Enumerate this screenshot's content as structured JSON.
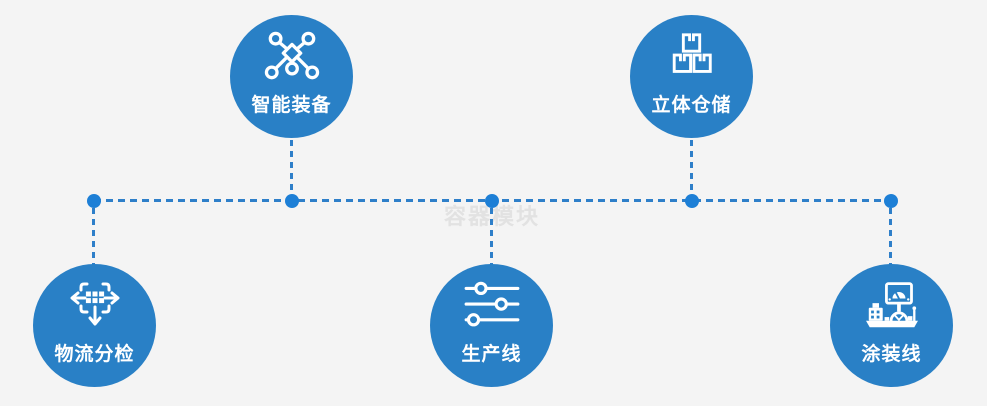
{
  "diagram": {
    "type": "process-module-map",
    "watermark": "容器模块",
    "nodes": [
      {
        "id": "smart-equipment",
        "label": "智能装备",
        "icon": "network-nodes-icon",
        "position": "top-left"
      },
      {
        "id": "stereo-warehouse",
        "label": "立体仓储",
        "icon": "stacked-boxes-icon",
        "position": "top-right"
      },
      {
        "id": "logistics-sorting",
        "label": "物流分检",
        "icon": "sorting-arrows-icon",
        "position": "bottom-left"
      },
      {
        "id": "production-line",
        "label": "生产线",
        "icon": "sliders-icon",
        "position": "bottom-middle"
      },
      {
        "id": "painting-line",
        "label": "涂装线",
        "icon": "painting-machine-icon",
        "position": "bottom-right"
      }
    ],
    "connectors": {
      "style": "dashed",
      "junction_dots": 5,
      "description": "horizontal dashed bus with vertical dashed drops to each node"
    }
  },
  "colors": {
    "background": "#f4f4f4",
    "circle": "#2980c6",
    "dot": "#1d7fd6",
    "dash": "#2e7fc9",
    "label": "#ffffff",
    "watermark": "#e2e2e2"
  }
}
